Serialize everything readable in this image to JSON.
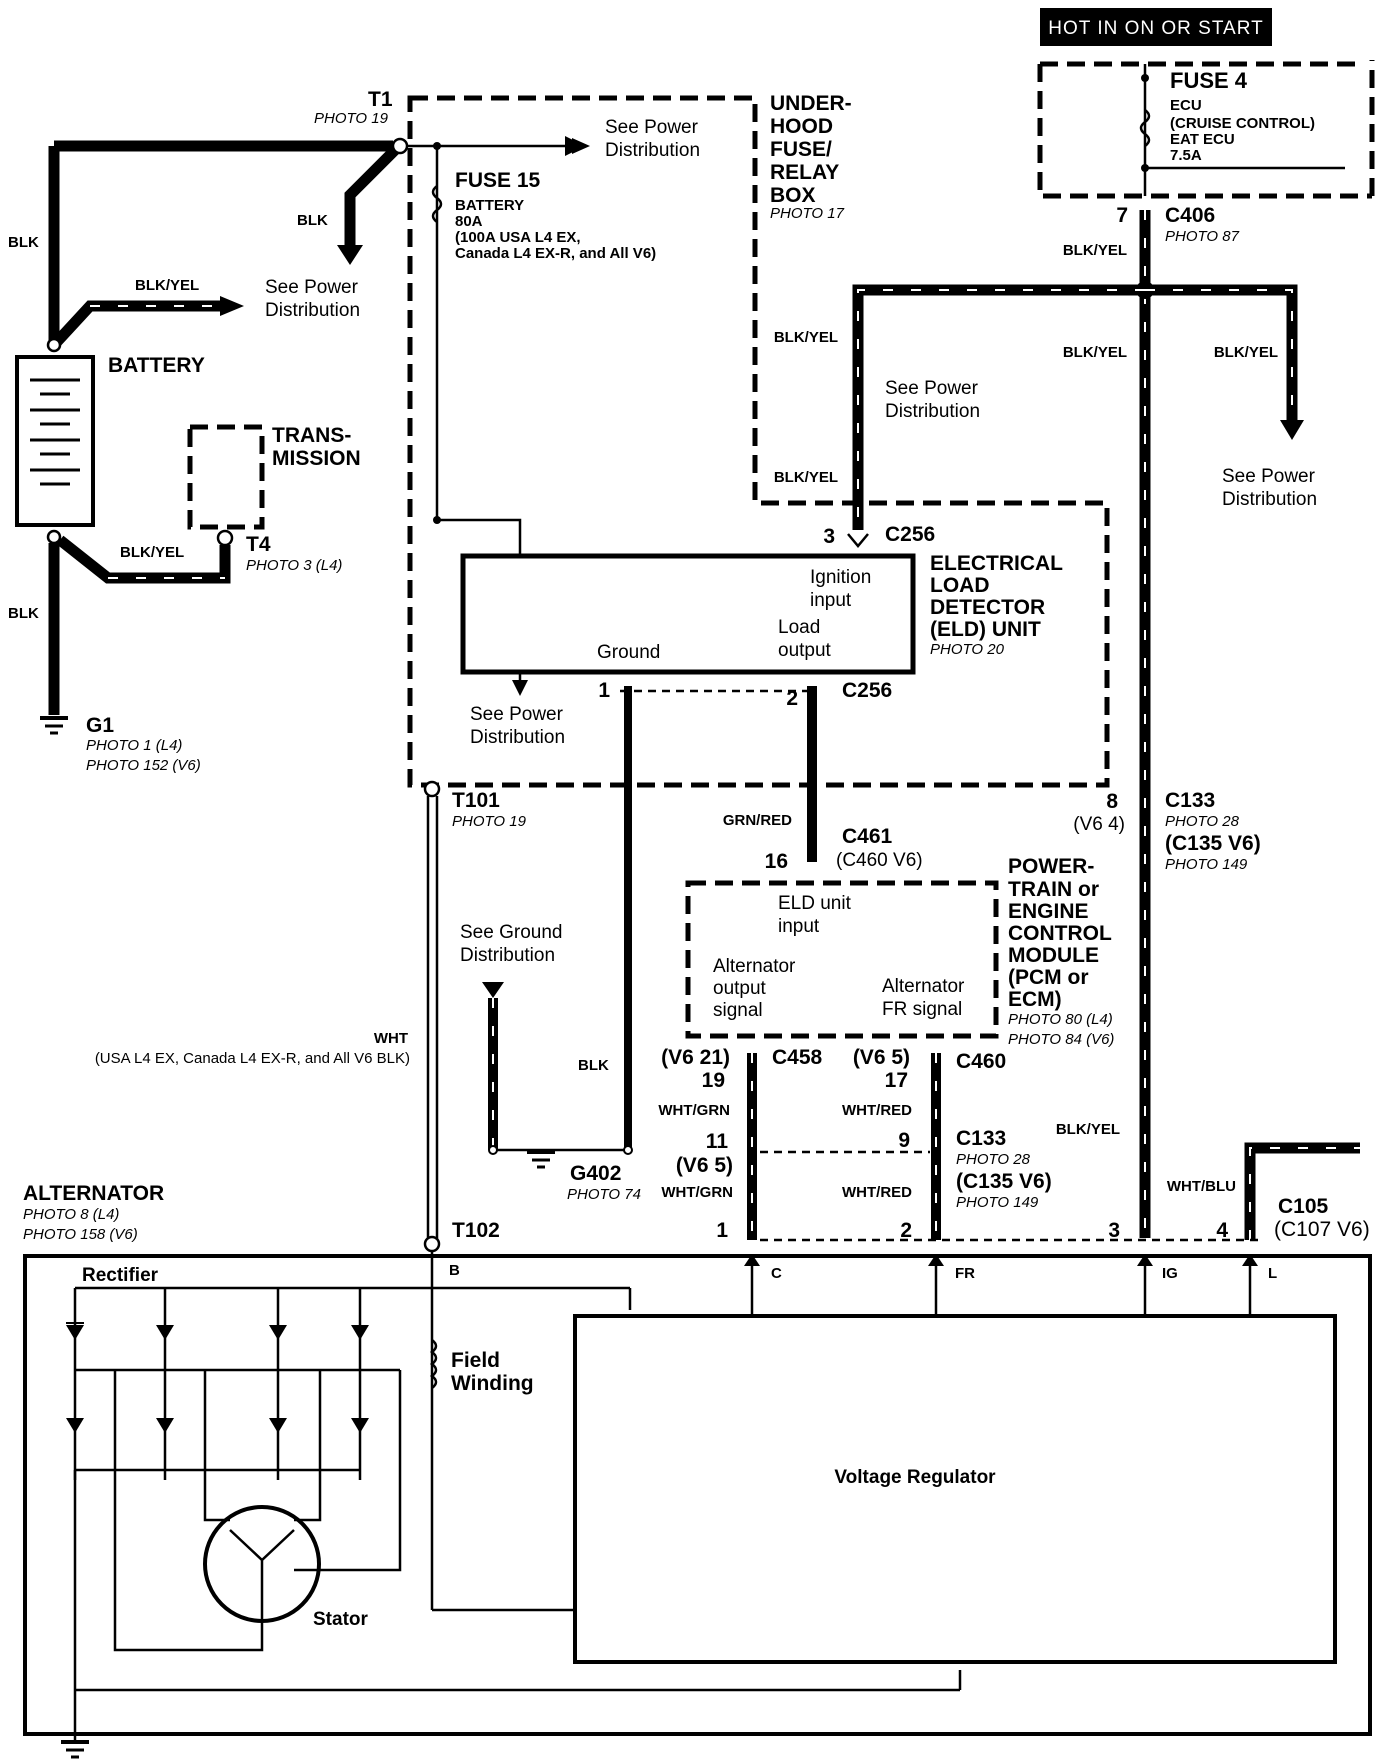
{
  "banner": "HOT IN ON OR START",
  "fuse4": {
    "title": "FUSE 4",
    "l1": "ECU",
    "l2": "(CRUISE CONTROL)",
    "l3": "EAT ECU",
    "l4": "7.5A"
  },
  "fuse15": {
    "title": "FUSE 15",
    "l1": "BATTERY",
    "l2": "80A",
    "l3": "(100A USA L4 EX,",
    "l4": "Canada L4 EX-R, and All V6)"
  },
  "underhood": {
    "l1": "UNDER-",
    "l2": "HOOD",
    "l3": "FUSE/",
    "l4": "RELAY",
    "l5": "BOX",
    "photo": "PHOTO 17"
  },
  "t1": {
    "name": "T1",
    "photo": "PHOTO 19"
  },
  "see_power": {
    "l1": "See Power",
    "l2": "Distribution"
  },
  "see_ground": {
    "l1": "See Ground",
    "l2": "Distribution"
  },
  "battery": "BATTERY",
  "transmission": {
    "l1": "TRANS-",
    "l2": "MISSION"
  },
  "t4": {
    "name": "T4",
    "photo": "PHOTO 3 (L4)"
  },
  "g1": {
    "name": "G1",
    "p1": "PHOTO 1 (L4)",
    "p2": "PHOTO 152 (V6)"
  },
  "wires": {
    "blk": "BLK",
    "blkyel": "BLK/YEL",
    "grnred": "GRN/RED",
    "whtgrn": "WHT/GRN",
    "whtred": "WHT/RED",
    "whtblu": "WHT/BLU",
    "wht": "WHT",
    "wht_note": "(USA L4 EX, Canada L4 EX-R, and All V6 BLK)"
  },
  "c406": {
    "pin": "7",
    "name": "C406",
    "photo": "PHOTO 87"
  },
  "c256": {
    "pin3": "3",
    "pin1": "1",
    "pin2": "2",
    "name": "C256"
  },
  "eld": {
    "l1": "ELECTRICAL",
    "l2": "LOAD",
    "l3": "DETECTOR",
    "l4": "(ELD) UNIT",
    "photo": "PHOTO 20",
    "ign1": "Ignition",
    "ign2": "input",
    "load1": "Load",
    "load2": "output",
    "ground": "Ground"
  },
  "t101": {
    "name": "T101",
    "photo": "PHOTO 19"
  },
  "c461": {
    "pin": "16",
    "name": "C461",
    "alt": "(C460 V6)"
  },
  "c133_top": {
    "pin": "8",
    "alt": "(V6 4)",
    "name": "C133",
    "photo": "PHOTO 28",
    "alt2": "(C135 V6)",
    "photo2": "PHOTO 149"
  },
  "pcm": {
    "l1": "POWER-",
    "l2": "TRAIN or",
    "l3": "ENGINE",
    "l4": "CONTROL",
    "l5": "MODULE",
    "l6": "(PCM or",
    "l7": "ECM)",
    "p1": "PHOTO 80 (L4)",
    "p2": "PHOTO 84 (V6)",
    "eld1": "ELD unit",
    "eld2": "input",
    "ao1": "Alternator",
    "ao2": "output",
    "ao3": "signal",
    "fr1": "Alternator",
    "fr2": "FR signal"
  },
  "c458": {
    "v6": "(V6 21)",
    "pin": "19",
    "name": "C458"
  },
  "c460": {
    "v6": "(V6 5)",
    "pin": "17",
    "name": "C460"
  },
  "c133_low": {
    "pin11": "11",
    "v6": "(V6 5)",
    "pin9": "9",
    "name": "C133",
    "photo": "PHOTO 28",
    "alt": "(C135 V6)",
    "photo2": "PHOTO 149"
  },
  "g402": {
    "name": "G402",
    "photo": "PHOTO 74"
  },
  "t102": "T102",
  "c105": {
    "name": "C105",
    "alt": "(C107 V6)",
    "p1": "1",
    "p2": "2",
    "p3": "3",
    "p4": "4"
  },
  "alternator": {
    "title": "ALTERNATOR",
    "p1": "PHOTO 8 (L4)",
    "p2": "PHOTO 158 (V6)",
    "rectifier": "Rectifier",
    "b": "B",
    "field1": "Field",
    "field2": "Winding",
    "stator": "Stator",
    "regulator": "Voltage Regulator",
    "c": "C",
    "fr": "FR",
    "ig": "IG",
    "l": "L"
  }
}
